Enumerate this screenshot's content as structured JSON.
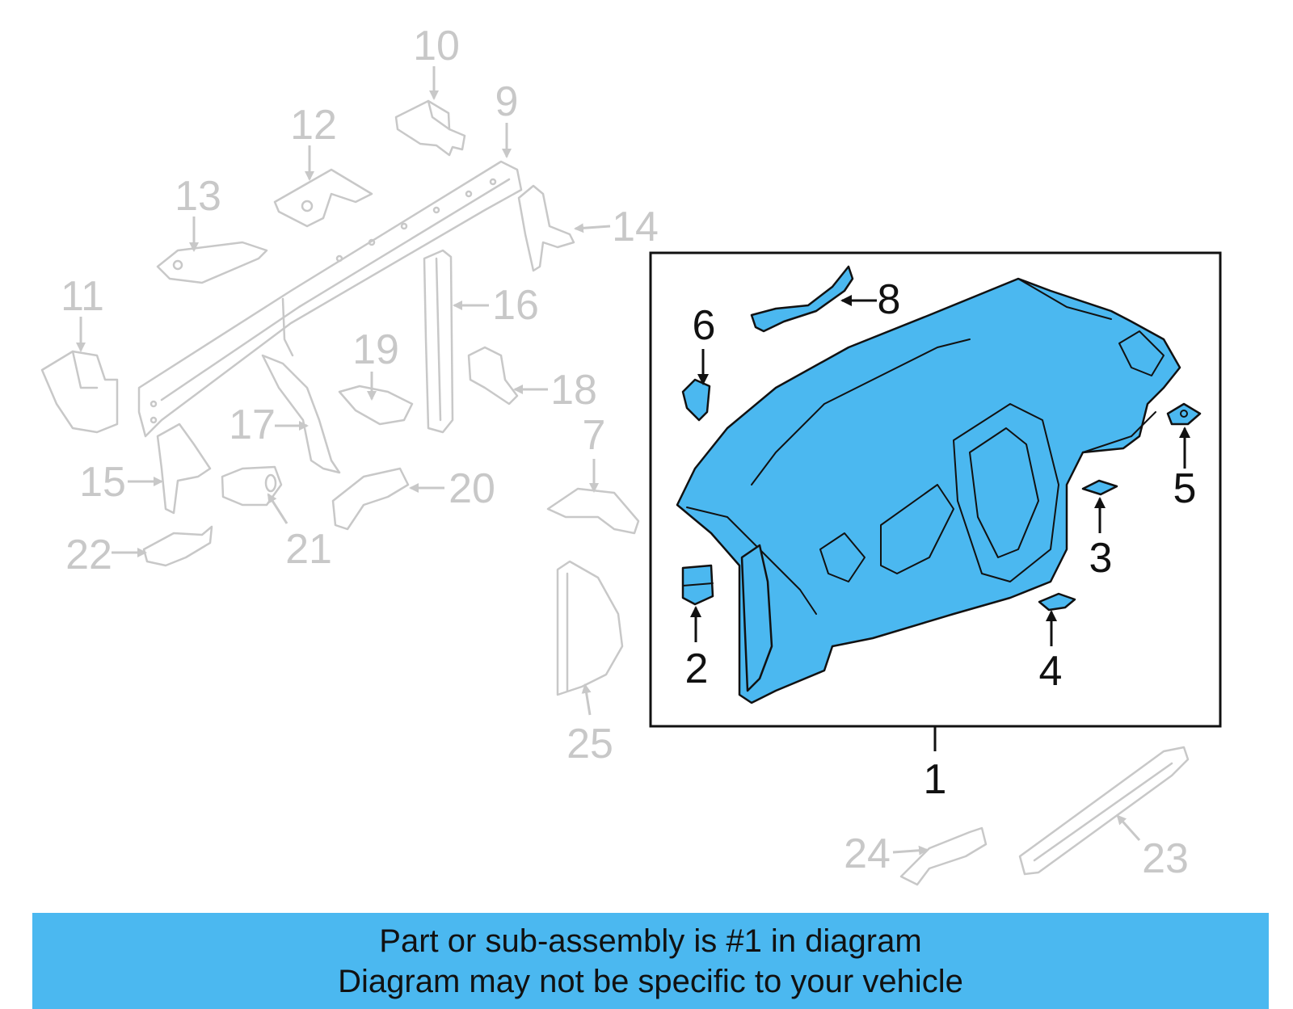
{
  "colors": {
    "highlight_blue": "#4bb8f0",
    "ghost_grey": "#c8c8c8",
    "outline_dark": "#111111",
    "background": "#ffffff"
  },
  "callouts": {
    "c1": "1",
    "c2": "2",
    "c3": "3",
    "c4": "4",
    "c5": "5",
    "c6": "6",
    "c7": "7",
    "c8": "8",
    "c9": "9",
    "c10": "10",
    "c11": "11",
    "c12": "12",
    "c13": "13",
    "c14": "14",
    "c15": "15",
    "c16": "16",
    "c17": "17",
    "c18": "18",
    "c19": "19",
    "c20": "20",
    "c21": "21",
    "c22": "22",
    "c23": "23",
    "c24": "24",
    "c25": "25"
  },
  "banner": {
    "line1": "Part or sub-assembly is #1 in diagram",
    "line2": "Diagram may not be specific to your vehicle"
  }
}
